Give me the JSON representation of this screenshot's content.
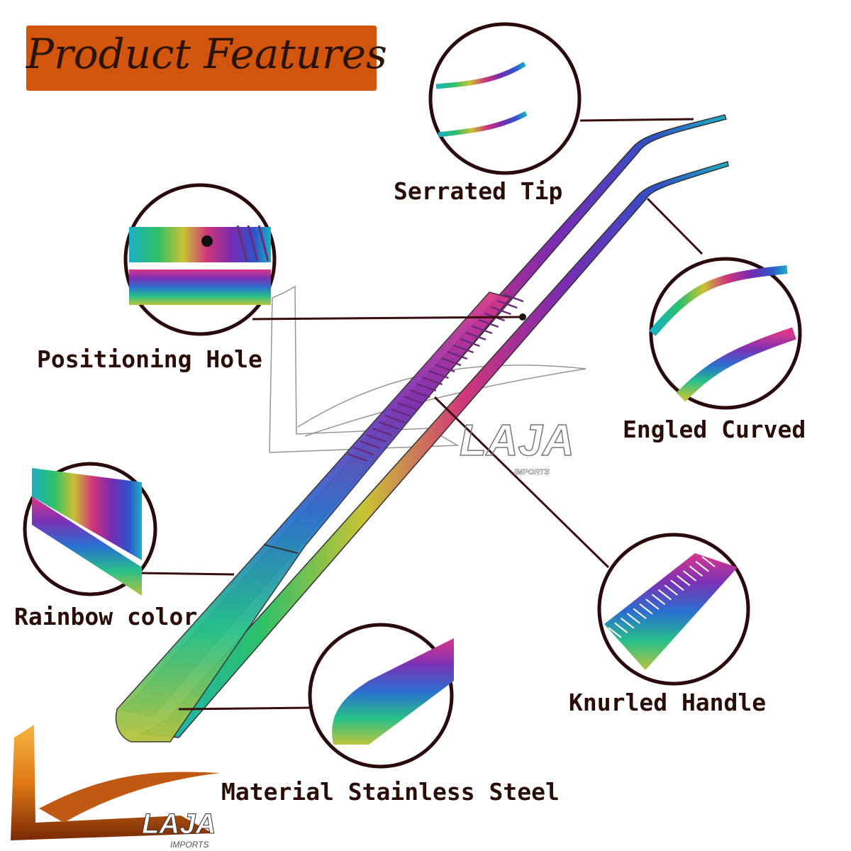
{
  "header": {
    "title": "Product Features"
  },
  "features": {
    "serrated_tip": "Serrated Tip",
    "positioning_hole": "Positioning Hole",
    "engled_curved": "Engled Curved",
    "rainbow_color": "Rainbow color",
    "knurled_handle": "Knurled Handle",
    "material": "Material Stainless Steel"
  },
  "brand": {
    "name": "LAJA",
    "sub": "IMPORTS"
  },
  "colors": {
    "title_bg": "#d2550e",
    "title_text": "#2b1406",
    "label_text": "#2a0d06",
    "leader_line": "#3a0e0e",
    "callout_ring": "#2a0a0a"
  }
}
